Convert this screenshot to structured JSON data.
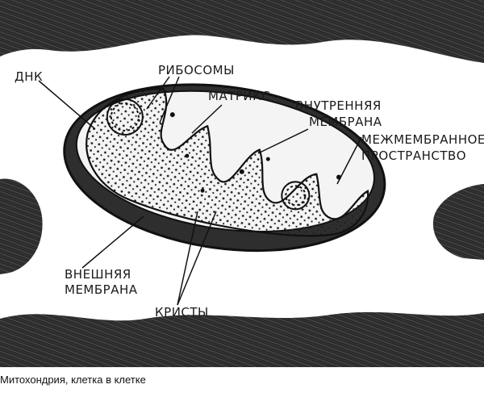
{
  "labels": {
    "dna": "ДНК",
    "ribosomes": "РИБОСОМЫ",
    "matrix": "МАТРИКС",
    "inner_membrane_1": "ВНУТРЕННЯЯ",
    "inner_membrane_2": "МЕМБРАНА",
    "intermembrane_1": "МЕЖМЕМБРАННОЕ",
    "intermembrane_2": "ПРОСТРАНСТВО",
    "outer_membrane_1": "ВНЕШНЯЯ",
    "outer_membrane_2": "МЕМБРАНА",
    "cristae": "КРИСТЫ"
  },
  "caption": "Митохондрия, клетка в клетке"
}
